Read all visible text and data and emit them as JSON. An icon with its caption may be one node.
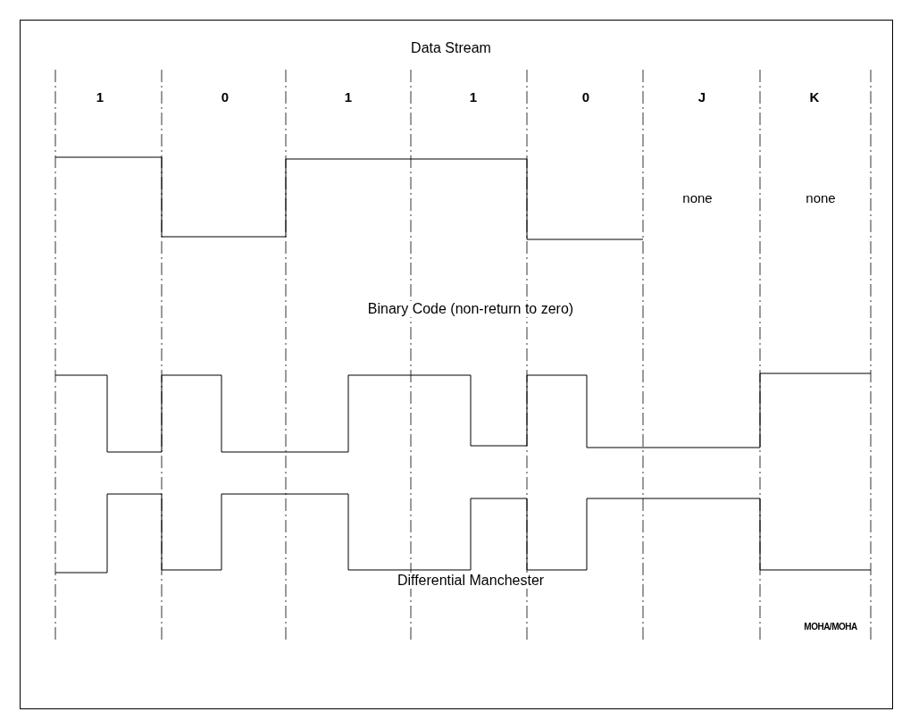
{
  "diagram": {
    "title": "Data Stream",
    "labels": [
      "1",
      "0",
      "1",
      "1",
      "0",
      "J",
      "K",
      "none",
      "none",
      "Binary Code (non-return to zero)",
      "Differential Manchester",
      "MOHA/MOHA"
    ]
  }
}
